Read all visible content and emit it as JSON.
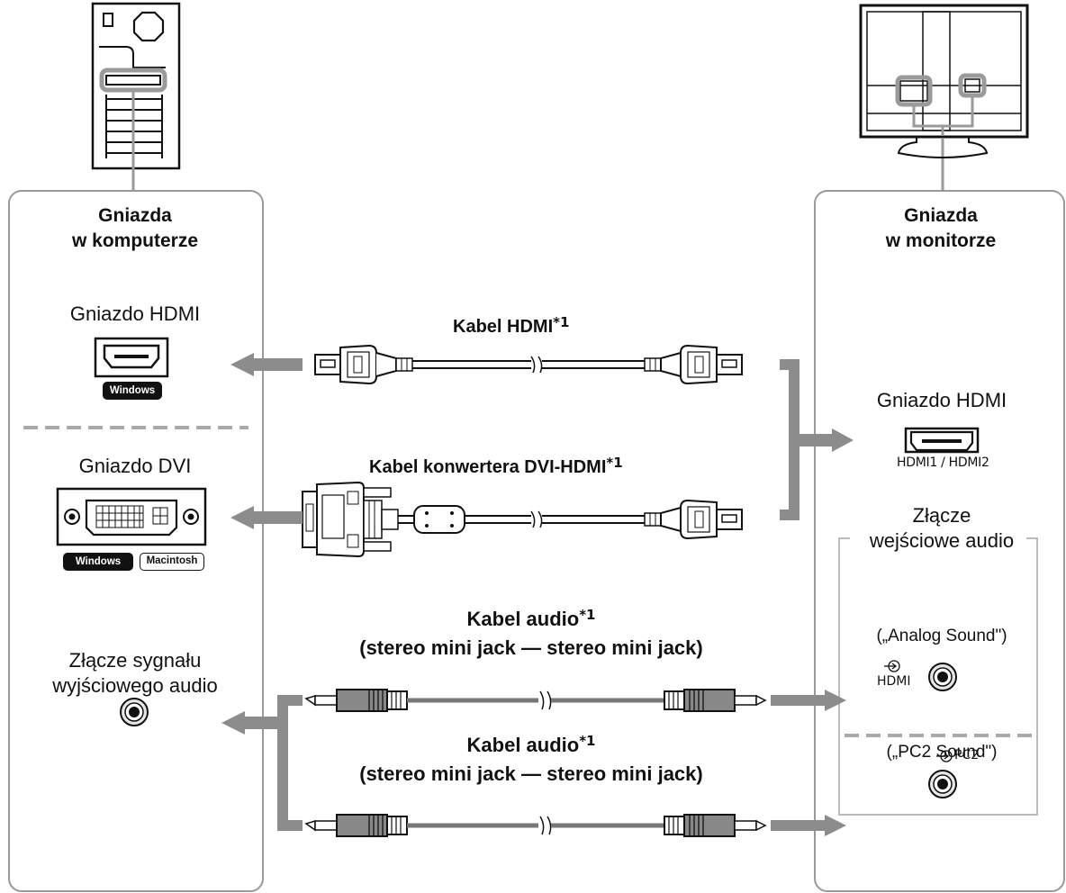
{
  "left_panel": {
    "title_line1": "Gniazda",
    "title_line2": "w komputerze",
    "hdmi_label": "Gniazdo HDMI",
    "hdmi_badge": "Windows",
    "dvi_label": "Gniazdo DVI",
    "dvi_badges": [
      "Windows",
      "Macintosh"
    ],
    "audio_line1": "Złącze sygnału",
    "audio_line2": "wyjściowego audio"
  },
  "right_panel": {
    "title_line1": "Gniazda",
    "title_line2": "w monitorze",
    "hdmi_label": "Gniazdo HDMI",
    "hdmi_port_caption": "HDMI1 / HDMI2",
    "audio_group_line1": "Złącze",
    "audio_group_line2": "wejściowe audio",
    "analog_sound": "(„Analog Sound\")",
    "analog_port_caption": "HDMI",
    "pc2_sound": "(„PC2 Sound\")",
    "pc2_port_caption": "PC2"
  },
  "cables": {
    "hdmi": "Kabel HDMI",
    "dvi_hdmi": "Kabel konwertera DVI-HDMI",
    "audio1_line1": "Kabel audio",
    "audio1_line2": "(stereo mini jack — stereo mini jack)",
    "audio2_line1": "Kabel audio",
    "audio2_line2": "(stereo mini jack — stereo mini jack)",
    "footnote_mark": "*1"
  },
  "colors": {
    "line": "#999999",
    "arrow": "#8c8c8c",
    "outline": "#111111"
  }
}
